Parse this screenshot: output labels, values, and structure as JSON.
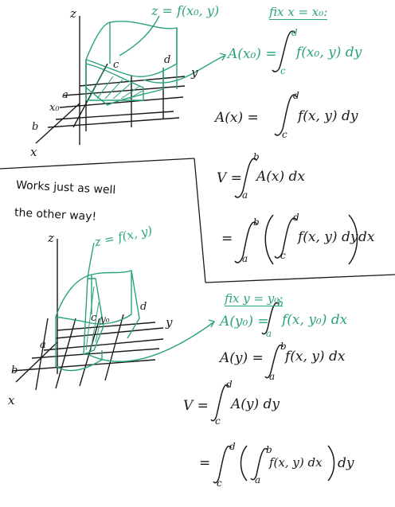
{
  "top": {
    "axis_z": "z",
    "axis_y": "y",
    "axis_x": "x",
    "label_a": "a",
    "label_b": "b",
    "label_c": "c",
    "label_d": "d",
    "label_x0": "x₀",
    "surface_label": "z = f(x₀, y)",
    "fix_header": "fix x = x₀:",
    "area_x0": "A(x₀) =",
    "area_x0_integrand": "f(x₀, y) dy",
    "area_x": "A(x) =",
    "area_x_integrand": "f(x, y) dy",
    "volume": "V =",
    "volume_integrand": "A(x) dx",
    "volume_eq": "=",
    "volume_inner": "f(x, y) dy",
    "volume_outer": "dx"
  },
  "note": {
    "line1": "Works just as well",
    "line2": "the other way!"
  },
  "bottom": {
    "axis_z": "z",
    "axis_y": "y",
    "axis_x": "x",
    "label_a": "a",
    "label_b": "b",
    "label_c": "c",
    "label_d": "d",
    "label_y0": "y₀",
    "surface_label": "z = f(x, y)",
    "fix_header": "fix y = y₀:",
    "area_y0": "A(y₀) =",
    "area_y0_integrand": "f(x, y₀) dx",
    "area_y": "A(y) =",
    "area_y_integrand": "f(x, y) dx",
    "volume": "V =",
    "volume_integrand": "A(y) dy",
    "volume_eq": "=",
    "volume_inner": "f(x, y) dx",
    "volume_outer": "dy"
  },
  "colors": {
    "ink": "#1a1a1a",
    "accent": "#2aa37a"
  }
}
